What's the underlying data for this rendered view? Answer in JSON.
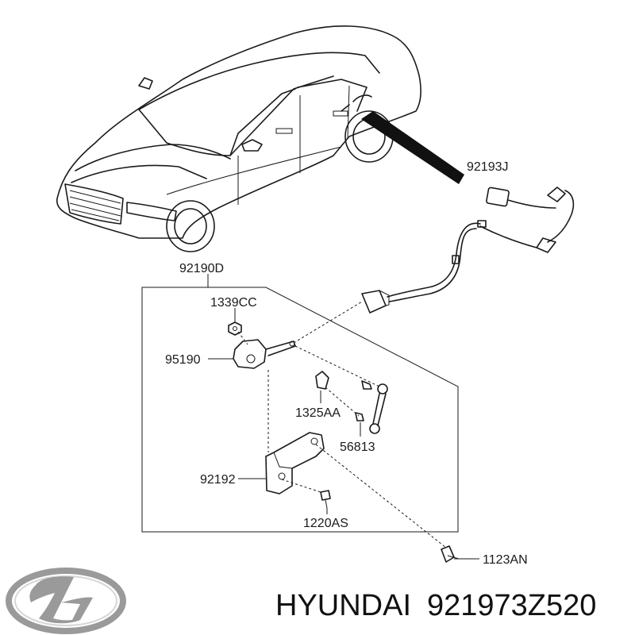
{
  "labels": {
    "harness": "92193J",
    "assembly": "92190D",
    "nut": "1339CC",
    "sensor": "95190",
    "clip": "1325AA",
    "link": "56813",
    "bracket": "92192",
    "bolt_inner": "1220AS",
    "bolt_outer": "1123AN"
  },
  "caption": {
    "brand": "HYUNDAI",
    "part_number": "921973Z520"
  },
  "logo": {
    "name": "hyundai-logo",
    "color": "#9a9a9a"
  }
}
